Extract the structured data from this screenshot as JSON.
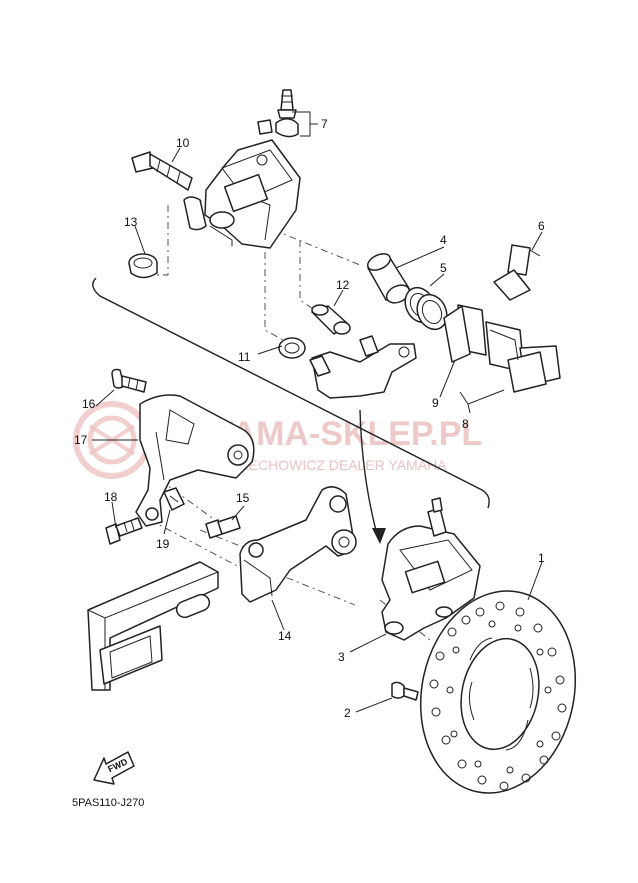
{
  "diagram": {
    "labels": {
      "l1": "1",
      "l2": "2",
      "l3": "3",
      "l4": "4",
      "l5": "5",
      "l6": "6",
      "l7": "7",
      "l8": "8",
      "l9": "9",
      "l10": "10",
      "l11": "11",
      "l12": "12",
      "l13": "13",
      "l14": "14",
      "l15": "15",
      "l16": "16",
      "l17": "17",
      "l18": "18",
      "l19": "19"
    },
    "fwd_label": "FWD",
    "diagram_code": "5PAS110-J270"
  },
  "watermark": {
    "brand": "YAMA-SKLEP.PL",
    "tagline": "WODZIECHOWICZ DEALER YAMAHA"
  }
}
